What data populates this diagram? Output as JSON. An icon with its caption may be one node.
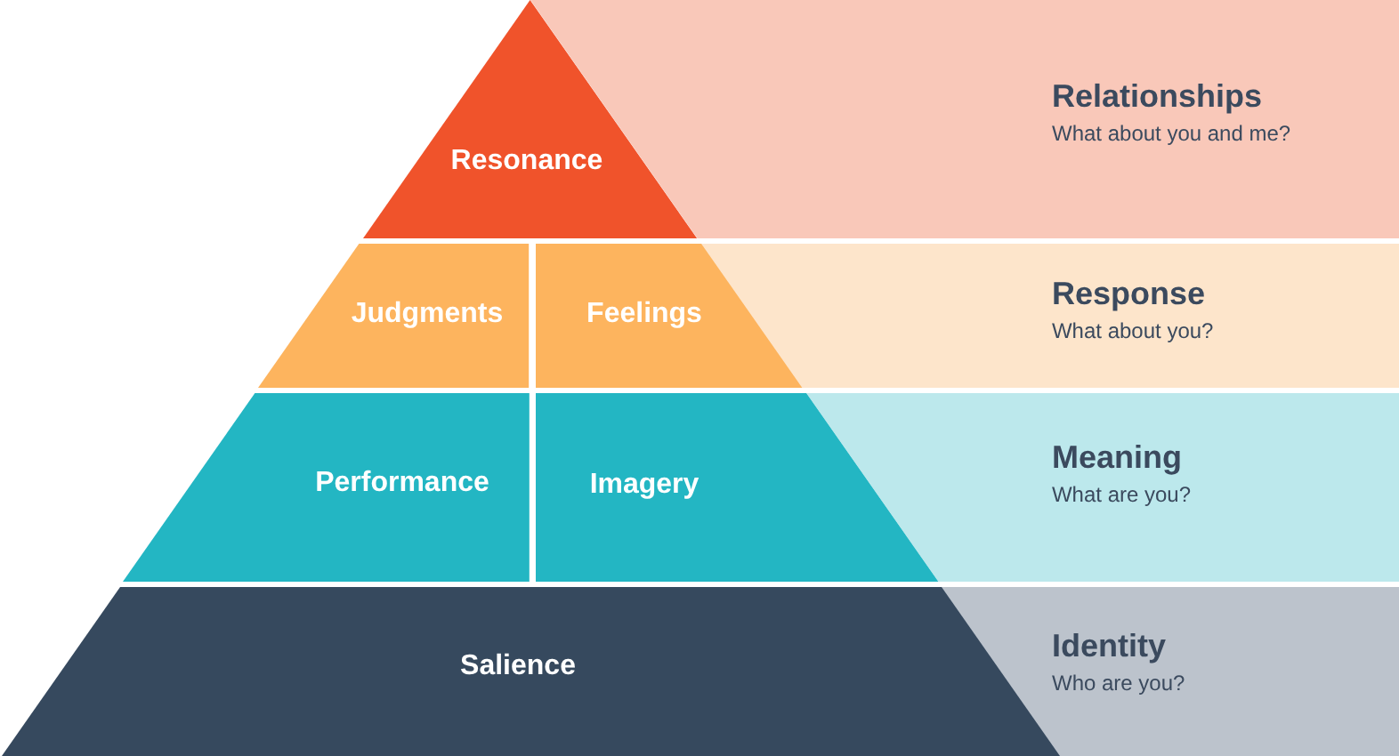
{
  "diagram": {
    "nodes": [
      {
        "text": [
          "Resonance"
        ]
      },
      {
        "text": [
          "Relationships",
          "What about you and me?"
        ]
      },
      {
        "text": [
          "Judgments"
        ]
      },
      {
        "text": [
          "Feelings"
        ]
      },
      {
        "text": [
          "Response",
          "What about you?"
        ]
      },
      {
        "text": [
          "Performance"
        ]
      },
      {
        "text": [
          "Imagery"
        ]
      },
      {
        "text": [
          "Meaning",
          "What are you?"
        ]
      },
      {
        "text": [
          "Salience"
        ]
      },
      {
        "text": [
          "Identity",
          "Who are you?"
        ]
      }
    ]
  }
}
